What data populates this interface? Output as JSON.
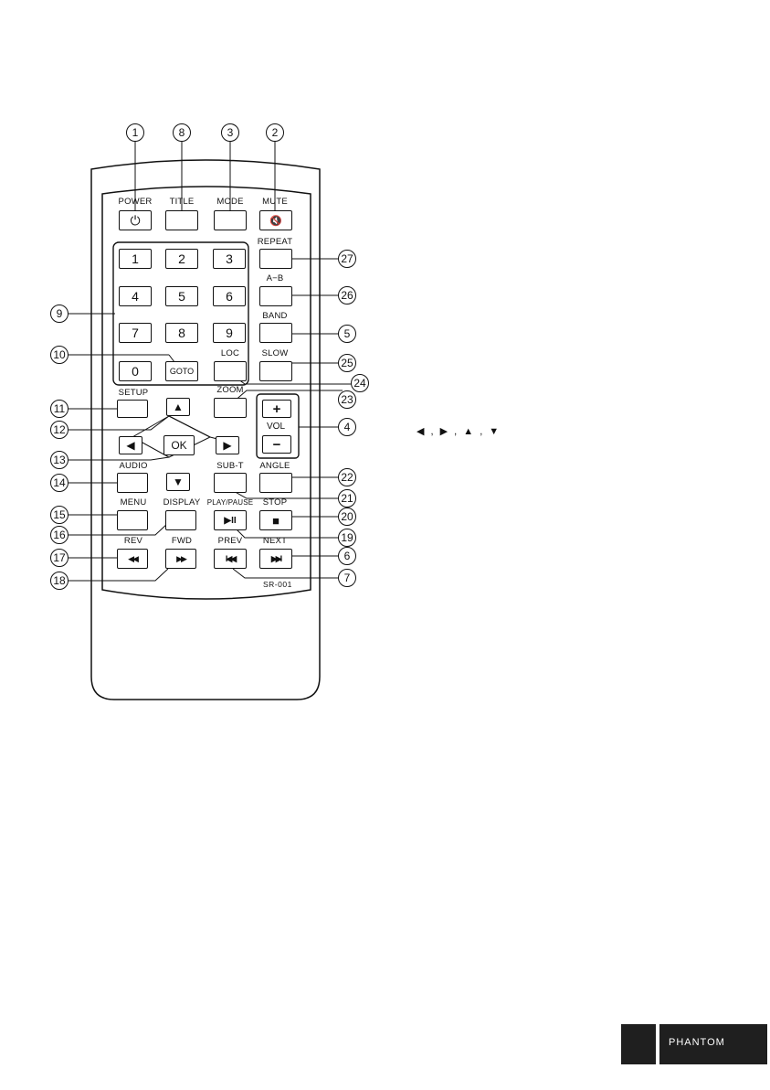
{
  "remote": {
    "model": "SR-001",
    "top_buttons": [
      {
        "id": "power",
        "label": "POWER",
        "glyph": "⏻"
      },
      {
        "id": "title",
        "label": "TITLE",
        "glyph": ""
      },
      {
        "id": "mode",
        "label": "MODE",
        "glyph": ""
      },
      {
        "id": "mute",
        "label": "MUTE",
        "glyph": "🔇"
      }
    ],
    "numpad": [
      "1",
      "2",
      "3",
      "4",
      "5",
      "6",
      "7",
      "8",
      "9",
      "0"
    ],
    "goto_label": "GOTO",
    "right_column": [
      {
        "id": "repeat",
        "label": "REPEAT"
      },
      {
        "id": "a-b",
        "label": "A−B"
      },
      {
        "id": "band",
        "label": "BAND"
      },
      {
        "id": "slow",
        "label": "SLOW"
      }
    ],
    "loc_label": "LOC",
    "zoom_label": "ZOOM",
    "setup_label": "SETUP",
    "ok_label": "OK",
    "vol": {
      "label": "VOL",
      "plus": "+",
      "minus": "−"
    },
    "audio_label": "AUDIO",
    "subt_label": "SUB-T",
    "angle_label": "ANGLE",
    "menu_label": "MENU",
    "display_label": "DISPLAY",
    "playpause": {
      "label": "PLAY/PAUSE",
      "glyph": "▶II"
    },
    "stop": {
      "label": "STOP",
      "glyph": "■"
    },
    "rev": {
      "label": "REV",
      "glyph": "◀◀"
    },
    "fwd": {
      "label": "FWD",
      "glyph": "▶▶"
    },
    "prev": {
      "label": "PREV",
      "glyph": "I◀◀"
    },
    "next": {
      "label": "NEXT",
      "glyph": "▶▶I"
    },
    "arrows": {
      "up": "▲",
      "down": "▼",
      "left": "◀",
      "right": "▶"
    }
  },
  "callouts": [
    "1",
    "8",
    "3",
    "2",
    "27",
    "26",
    "9",
    "5",
    "10",
    "25",
    "24",
    "23",
    "11",
    "4",
    "12",
    "13",
    "22",
    "14",
    "21",
    "15",
    "20",
    "16",
    "19",
    "17",
    "6",
    "18",
    "7"
  ],
  "arrow_legend": "◀ , ▶ , ▲ , ▼",
  "brand": "PHANTOM"
}
